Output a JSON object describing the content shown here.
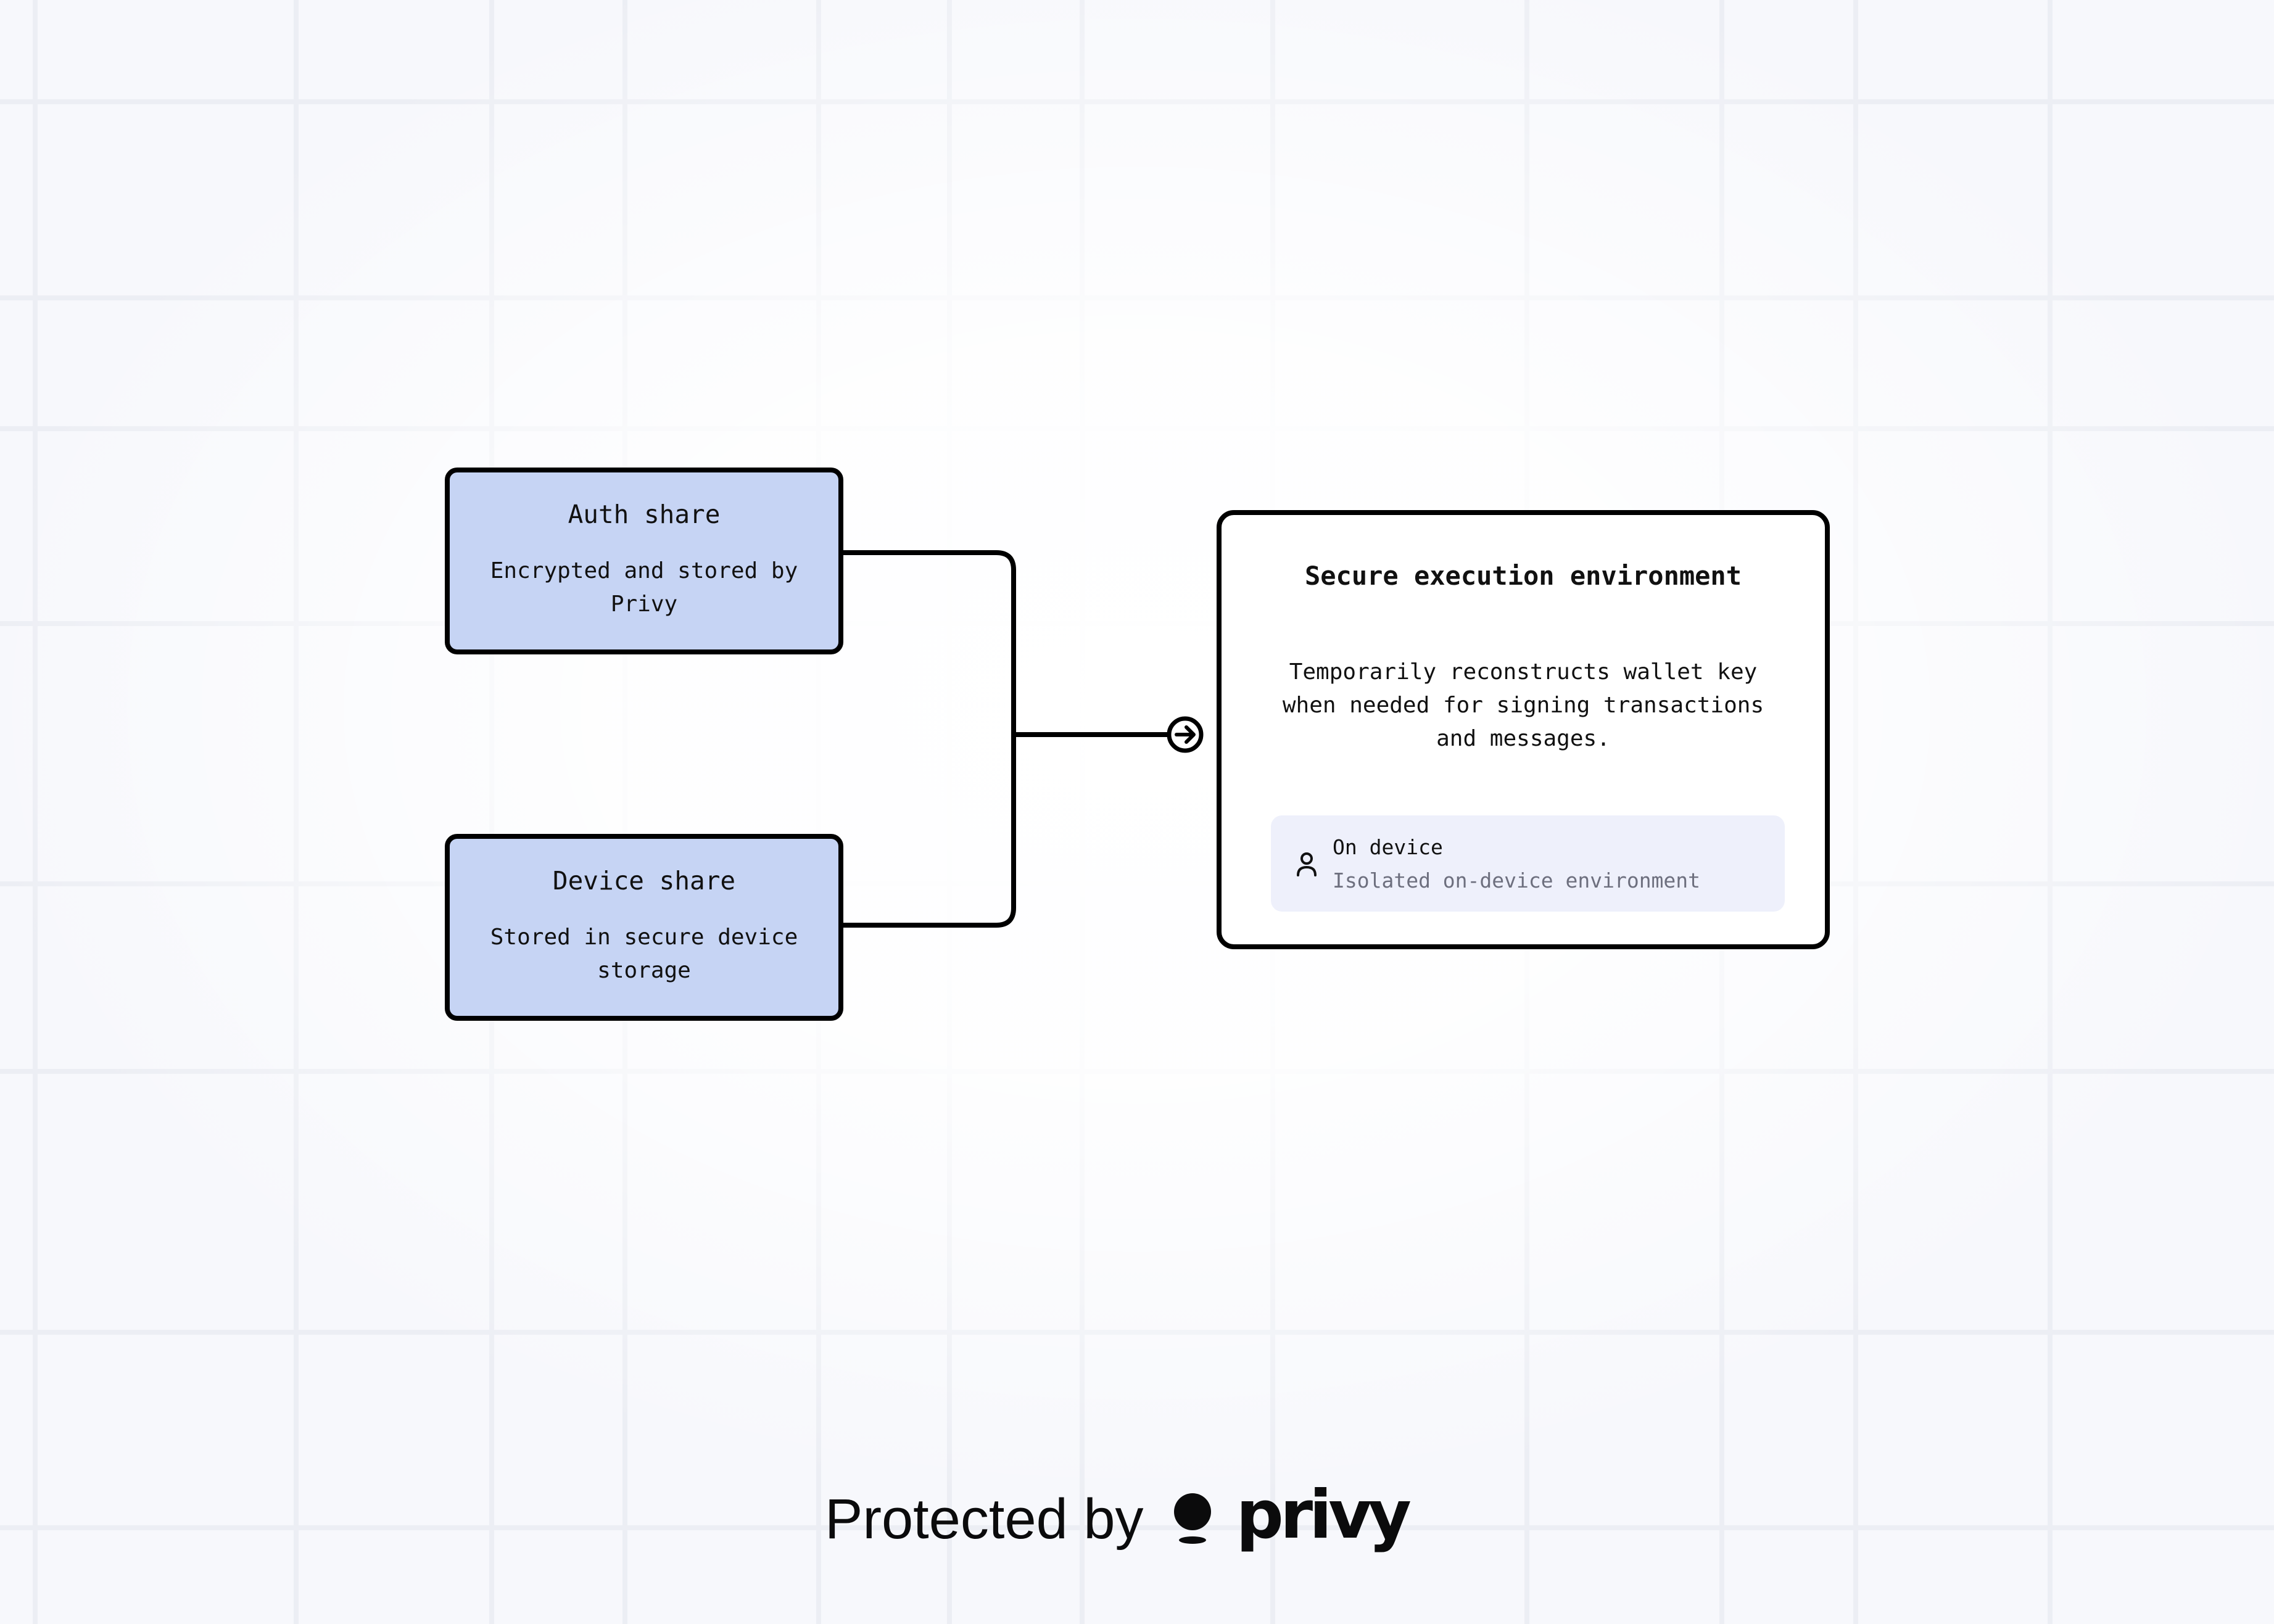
{
  "colors": {
    "background": "#f7f8fc",
    "grid_line": "#eceef4",
    "share_fill": "#c6d4f4",
    "border": "#000000",
    "badge_fill": "#eef0fb",
    "muted_text": "#6d6f7e"
  },
  "auth_share": {
    "title": "Auth share",
    "description": "Encrypted and stored by Privy"
  },
  "device_share": {
    "title": "Device share",
    "description": "Stored in secure device storage"
  },
  "environment": {
    "title": "Secure execution environment",
    "description": "Temporarily reconstructs wallet key when needed for signing transactions and messages.",
    "badge": {
      "icon": "user-icon",
      "label": "On device",
      "sublabel": "Isolated on-device environment"
    }
  },
  "connector": {
    "icon": "arrow-right-circle-icon"
  },
  "footer": {
    "text": "Protected by",
    "logo_icon": "privy-logo-icon",
    "wordmark": "privy"
  }
}
